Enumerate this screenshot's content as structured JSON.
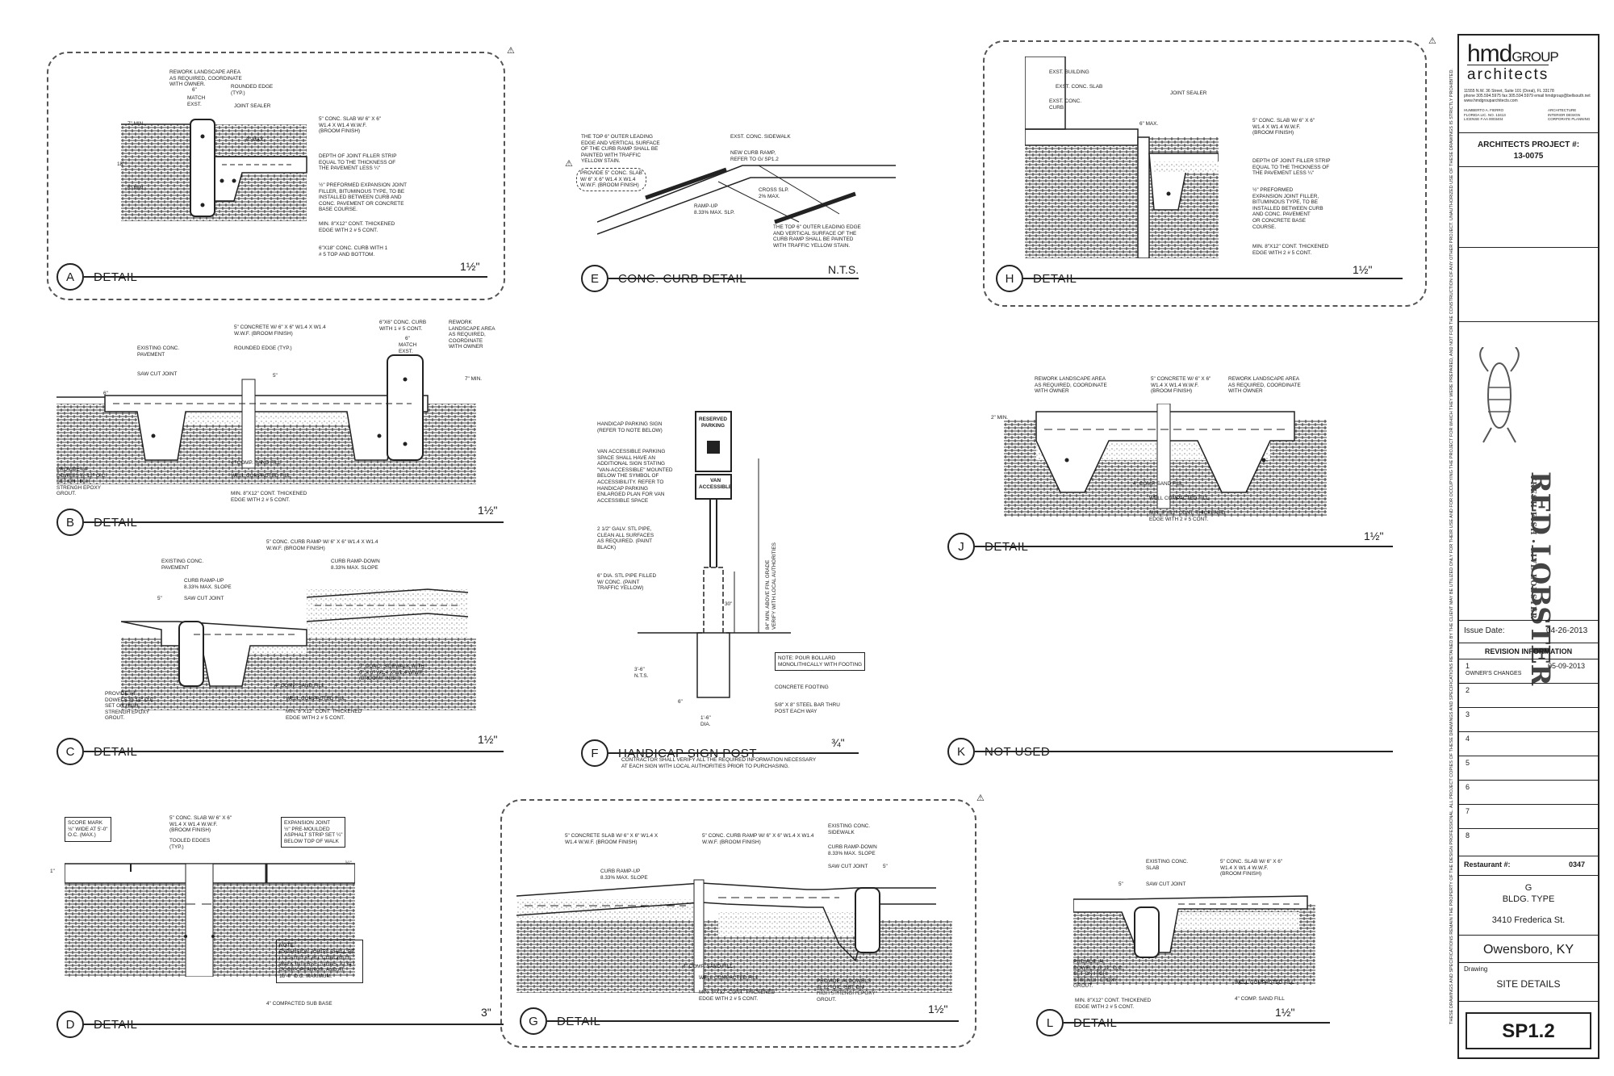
{
  "details": {
    "A": {
      "letter": "A",
      "name": "DETAIL",
      "scale": "1½\"",
      "notes": {
        "rework": "REWORK LANDSCAPE AREA\nAS REQUIRED, COORDINATE\nWITH OWNER.",
        "rounded": "ROUNDED EDGE\n(TYP.)",
        "joint": "JOINT SEALER",
        "slab": "5\" CONC. SLAB W/ 6\" x 6\"\nW1.4 x W1.4 W.W.F.\n(BROOM FINISH)",
        "filler": "DEPTH OF JOINT FILLER STRIP\nEQUAL TO THE THICKNESS OF\nTHE PAVEMENT LESS ¼\"",
        "preformed": "½\" PREFORMED EXPANSION JOINT\nFILLER, BITUMINOUS TYPE, TO BE\nINSTALLED BETWEEN CURB AND\nCONC. PAVEMENT OR CONCRETE\nBASE COURSE.",
        "thick": "MIN. 8\"X12\" CONT. THICKENED\nEDGE WITH 2 # 5 CONT.",
        "curb": "6\"X18\" CONC. CURB WITH 1\n# 5 TOP AND BOTTOM.",
        "dim1": "6\"",
        "match": "MATCH\nEXST.",
        "dim2": "7\" MIN.",
        "dim3": "18\"",
        "dim4": "5\" MIN.",
        "dim5": "6\" MAX."
      }
    },
    "B": {
      "letter": "B",
      "name": "DETAIL",
      "scale": "1½\"",
      "notes": {
        "existing": "EXISTING CONC.\nPAVEMENT",
        "saw": "SAW CUT JOINT",
        "concrete": "5\" CONCRETE W/ 6\" x 6\" W1.4 x W1.4\nW.W.F. (BROOM FINISH)",
        "rounded": "ROUNDED EDGE (TYP.)",
        "curb": "6\"X6\" CONC. CURB\nWITH 1 # 5 CONT.",
        "rework": "REWORK\nLANDSCAPE AREA\nAS REQUIRED,\nCOORDINATE\nWITH OWNER",
        "match": "MATCH\nEXST.",
        "sand": "4\" COMP. SAND FILL",
        "fill": "WELL COMPACTED FILL",
        "thick": "MIN. 8\"X12\" CONT. THICKENED\nEDGE WITH 2 # 5 CONT.",
        "dowels": "PROVIDE #4\nDOWELS @ 12\" O.C.\nSET ON HIGH\nSTRENGH EPOXY\nGROUT.",
        "dim1": "6\"",
        "dim2": "5\"",
        "dim3": "6\"",
        "dim4": "7\" MIN."
      }
    },
    "C": {
      "letter": "C",
      "name": "DETAIL",
      "scale": "1½\"",
      "notes": {
        "ramp": "5\" CONC. CURB RAMP W/ 6\" x 6\" W1.4 x W1.4\nW.W.F. (BROOM FINISH)",
        "existing": "EXISTING CONC.\nPAVEMENT",
        "rampup": "CURB RAMP-UP\n8.33% MAX. SLOPE",
        "rampdown": "CURB RAMP-DOWN\n8.33% MAX. SLOPE",
        "saw": "SAW CUT JOINT",
        "sidewalk": "5\" CONC. SIDEWALK WITH\n6\" x 6\" W1.4 x W1.4 W.W.F.\n(BROOM FINISH)",
        "sand": "4\" COMP. SAND FILL",
        "fill": "WELL COMPACTED FILL",
        "thick": "MIN. 8\"X12\" CONT. THICKENED\nEDGE WITH 2 # 5 CONT.",
        "dowels": "PROVIDE #4\nDOWELS @ 12\" O.C.\nSET ON HIGH\nSTRENGH EPOXY\nGROUT.",
        "dim1": "5\""
      }
    },
    "D": {
      "letter": "D",
      "name": "DETAIL",
      "scale": "3\"",
      "notes": {
        "score": "SCORE MARK",
        "scorenote": "⅛\" WIDE AT 5'-0\"\nO.C. (MAX.)",
        "slab": "5\" CONC. SLAB W/ 6\" x 6\"\nW1.4 x W1.4 W.W.F.\n(BROOM FINISH)",
        "tooled": "TOOLED EDGES\n(TYP.)",
        "exp": "EXPANSION JOINT",
        "expnote": "½\" PRE-MOULDED\nASPHALT STRIP SET ¼\"\nBELOW TOP OF WALK",
        "note": "NOTE:\nEXPANSION JOINTS SHALL BE\nLOCATED AT ALL CONCRETE\nWALK INTERSECTIONS, AT ALL\nDOOR OPENINGS, AND AT\n15'-0\" O.C. MAXIMUM.",
        "base": "4\" COMPACTED SUB BASE",
        "dim1": "1\"",
        "dim2": "¼\""
      }
    },
    "E": {
      "letter": "E",
      "name": "CONC. CURB DETAIL",
      "scale": "N.T.S.",
      "notes": {
        "top": "THE TOP 6\" OUTER LEADING\nEDGE AND VERTICAL SURFACE\nOF THE CURB RAMP SHALL BE\nPAINTED WITH TRAFFIC\nYELLOW STAIN.",
        "exst": "EXST. CONC. SIDEWALK",
        "newramp": "NEW CURB RAMP,\nREFER TO G/ SP1.2",
        "provide": "PROVIDE 5\" CONC. SLAB\nW/ 6\" x 6\" W1.4 x W1.4\nW.W.F. (BROOM FINISH)",
        "rampup": "RAMP-UP\n8.33% MAX. SLP.",
        "cross": "CROSS SLP.\n2% MAX.",
        "bottom": "THE TOP 6\" OUTER LEADING EDGE\nAND VERTICAL SURFACE OF THE\nCURB RAMP SHALL BE PAINTED\nWITH TRAFFIC YELLOW STAIN."
      }
    },
    "F": {
      "letter": "F",
      "name": "HANDICAP SIGN POST",
      "scale": "¾\"",
      "notes": {
        "sign": "HANDICAP PARKING SIGN\n(REFER TO NOTE BELOW)",
        "van": "VAN ACCESSIBLE PARKING\nSPACE SHALL HAVE AN\nADDITIONAL SIGN STATING\n\"VAN-ACCESSIBLE\" MOUNTED\nBELOW THE SYMBOL OF\nACCESSIBILITY. REFER TO\nHANDICAP PARKING\nENLARGED PLAN FOR VAN\nACCESSIBLE SPACE",
        "pipe": "2 1/2\" GALV. STL PIPE,\nCLEAN ALL SURFACES\nAS REQUIRED. (PAINT\nBLACK)",
        "dia": "6\" DIA. STL PIPE FILLED\nW/ CONC. (PAINT\nTRAFFIC YELLOW)",
        "bollard": "NOTE: POUR BOLLARD\nMONOLITHICALLY WITH FOOTING",
        "footing": "CONCRETE FOOTING",
        "bar": "5/8\" x 8\" STEEL BAR THRU\nPOST EACH WAY",
        "reserved": "RESERVED\nPARKING",
        "vanacc": "VAN\nACCESSIBLE",
        "dim84": "84\" MIN. ABOVE FIN. GRADE\nVERIFY WITH LOCAL AUTHORITIES",
        "dim30": "30\"",
        "dim36": "3'-6\"\nN.T.S.",
        "dim6": "6\"",
        "dim14": "1'-6\"\nDIA.",
        "contractor": "CONTRACTOR SHALL VERIFY ALL THE REQUIRED INFORMATION NECESSARY\nAT EACH SIGN WITH LOCAL AUTHORITIES PRIOR TO PURCHASING."
      }
    },
    "G": {
      "letter": "G",
      "name": "DETAIL",
      "scale": "1½\"",
      "notes": {
        "slab": "5\" CONCRETE SLAB W/ 6\" x 6\" W1.4 x\nW1.4 W.W.F. (BROOM FINISH)",
        "ramp": "5\" CONC. CURB RAMP W/ 6\" x 6\" W1.4 x W1.4\nW.W.F. (BROOM FINISH)",
        "existing": "EXISTING CONC.\nSIDEWALK",
        "rampdown": "CURB RAMP-DOWN\n8.33% MAX. SLOPE",
        "saw": "SAW CUT JOINT",
        "rampup": "CURB RAMP-UP\n8.33% MAX. SLOPE",
        "sand": "4\" COMP. SAND FILL",
        "fill": "WELL COMPACTED FILL",
        "thick": "MIN. 8\"X12\" CONT. THICKENED\nEDGE WITH 2 # 5 CONT.",
        "dowels": "PROVIDE #4 DOWELS\n@ 12\" O.C. SET ON\nHIGH STRENGH EPOXY\nGROUT.",
        "dim1": "5\""
      }
    },
    "H": {
      "letter": "H",
      "name": "DETAIL",
      "scale": "1½\"",
      "notes": {
        "bldg": "EXST. BUILDING",
        "slab": "EXST. CONC. SLAB",
        "curb": "EXST. CONC.\nCURB",
        "joint": "JOINT SEALER",
        "newslab": "5\" CONC. SLAB W/ 6\" x 6\"\nW1.4 x W1.4 W.W.F.\n(BROOM FINISH)",
        "filler": "DEPTH OF JOINT FILLER STRIP\nEQUAL TO THE THICKNESS OF\nTHE PAVEMENT LESS ¼\"",
        "preformed": "½\" PREFORMED\nEXPANSION JOINT FILLER,\nBITUMINOUS TYPE, TO BE\nINSTALLED BETWEEN CURB\nAND CONC. PAVEMENT\nOR CONCRETE BASE\nCOURSE.",
        "thick": "MIN. 8\"X12\" CONT. THICKENED\nEDGE WITH 2 # 5 CONT.",
        "dim1": "6\" MAX."
      }
    },
    "J": {
      "letter": "J",
      "name": "DETAIL",
      "scale": "1½\"",
      "notes": {
        "rework1": "REWORK LANDSCAPE AREA\nAS REQUIRED, COORDINATE\nWITH OWNER",
        "concrete": "5\" CONCRETE W/ 6\" x 6\"\nW1.4 x W1.4 W.W.F.\n(BROOM FINISH)",
        "rework2": "REWORK LANDSCAPE AREA\nAS REQUIRED, COORDINATE\nWITH OWNER",
        "sand": "4\" COMP. SAND FILL",
        "fill": "WELL COMPACTED FILL",
        "thick": "MIN. 8\"X12\" CONT. THICKENED\nEDGE WITH 2 # 5 CONT.",
        "dim1": "2\" MIN."
      }
    },
    "K": {
      "letter": "K",
      "name": "NOT USED",
      "scale": ""
    },
    "L": {
      "letter": "L",
      "name": "DETAIL",
      "scale": "1½\"",
      "notes": {
        "existing": "EXISTING CONC.\nSLAB",
        "slab": "5\" CONC. SLAB W/ 6\" x 6\"\nW1.4 x W1.4 W.W.F.\n(BROOM FINISH)",
        "saw": "SAW CUT JOINT",
        "dowels": "PROVIDE #4\nDOWELS @ 12\" O.C.\nSET ON HIGH\nSTRENGH EPOXY\nGROUT.",
        "fill": "WELL COMPACTED FILL",
        "thick": "MIN. 8\"X12\" CONT. THICKENED\nEDGE WITH 2 # 5 CONT.",
        "sand": "4\" COMP. SAND FILL",
        "dim1": "5\""
      }
    }
  },
  "titleblock": {
    "logo_hmd": "hmd",
    "logo_group": "GROUP",
    "logo_architects": "architects",
    "address": "11555 N.W. 36 Street, Suite 101    (Doral), FL 33178\nphone 305.594.5975  fax 305.594.5979  email hmdgroup@bellsouth.net\nwww.hmdgrouparchitects.com",
    "licenses": "HUMBERTO A. FIERRO\nFLORIDA LIC. NO. 13413\nLICENSE # AA 0003404",
    "services": "ARCHITECTURE\nINTERIOR DESIGN\nCORPORATE PLANNING",
    "project_label": "ARCHITECTS PROJECT #:",
    "project_number": "13-0075",
    "client_main": "RED LOBSTER",
    "client_sub": "FRESH FISH • LIVE LOBSTER",
    "issue_label": "Issue Date:",
    "issue_date": "04-26-2013",
    "revision_header": "REVISION INFORMATION",
    "revisions": [
      {
        "num": "1",
        "date": "05-09-2013",
        "desc": "OWNER'S CHANGES"
      },
      {
        "num": "2",
        "date": "",
        "desc": ""
      },
      {
        "num": "3",
        "date": "",
        "desc": ""
      },
      {
        "num": "4",
        "date": "",
        "desc": ""
      },
      {
        "num": "5",
        "date": "",
        "desc": ""
      },
      {
        "num": "6",
        "date": "",
        "desc": ""
      },
      {
        "num": "7",
        "date": "",
        "desc": ""
      },
      {
        "num": "8",
        "date": "",
        "desc": ""
      }
    ],
    "restaurant_label": "Restaurant #:",
    "restaurant_number": "0347",
    "bldg_letter": "G",
    "bldg_type": "BLDG. TYPE",
    "street": "3410 Frederica St.",
    "city": "Owensboro, KY",
    "drawing_label": "Drawing",
    "drawing_title": "SITE DETAILS",
    "sheet_number": "SP1.2",
    "vertical_note": "THESE DRAWINGS AND SPECIFICATIONS REMAIN THE PROPERTY OF THE DESIGN PROFESSIONAL. ALL PROJECT COPIES OF THESE DRAWINGS AND SPECIFICATIONS RETAINED BY THE CLIENT MAY BE UTILIZED ONLY FOR THEIR USE AND FOR OCCUPYING THE PROJECT FOR WHICH THEY WERE PREPARED, AND NOT FOR THE CONSTRUCTION OF ANY OTHER PROJECT. UNAUTHORIZED USE OF THESE DRAWINGS IS STRICTLY PROHIBITED."
  },
  "delta_symbol": "⚠"
}
